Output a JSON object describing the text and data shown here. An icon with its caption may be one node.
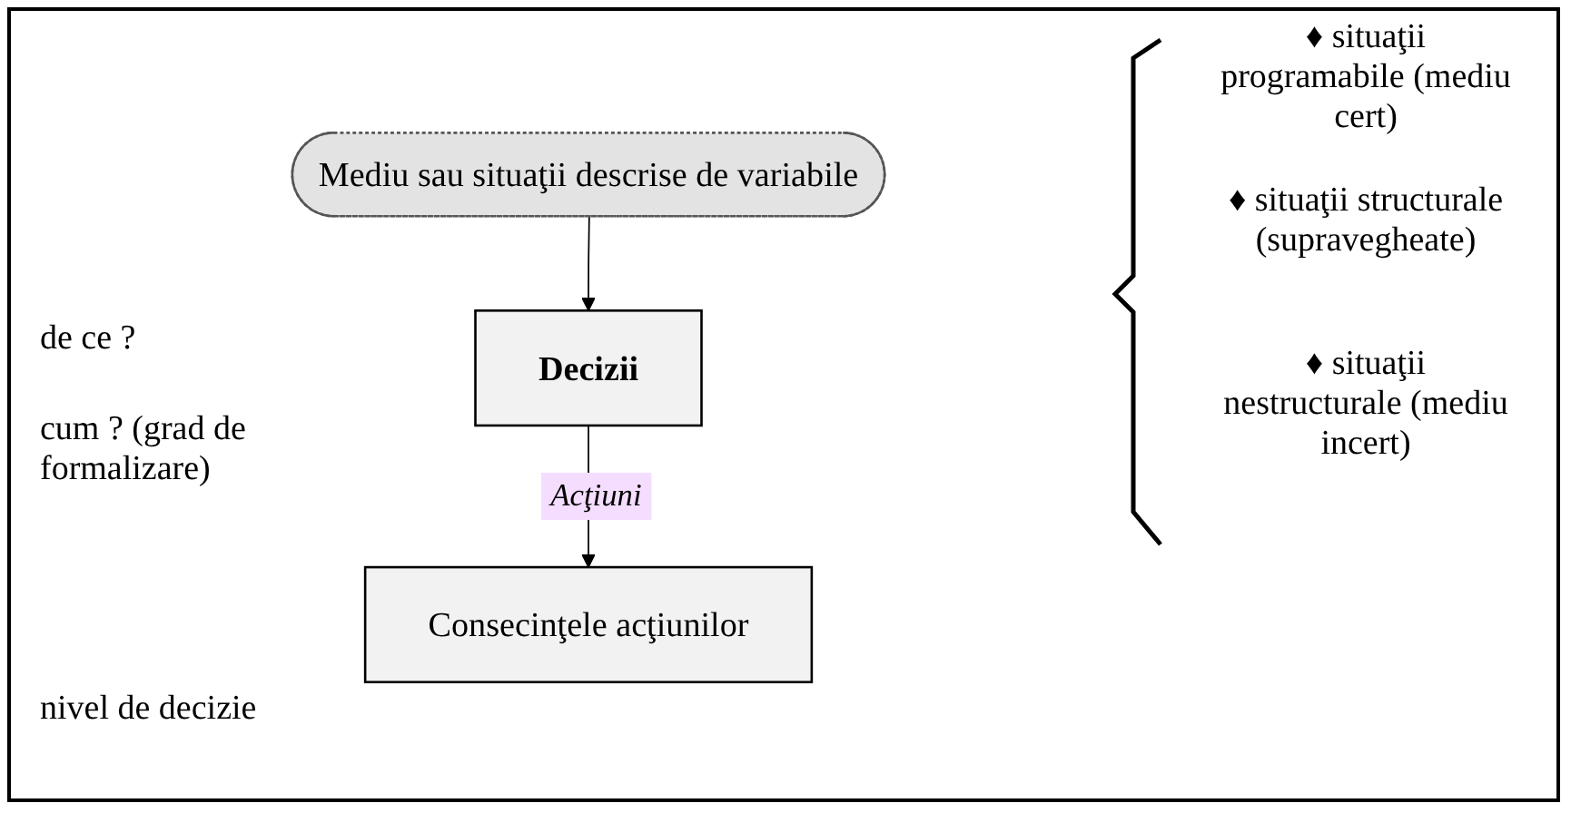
{
  "diagram": {
    "nodes": [
      {
        "text": [
          "Mediu sau situaţii descrise de variabile"
        ]
      },
      {
        "text": [
          "Decizii"
        ]
      },
      {
        "text": [
          "Consecinţele acţiunilor"
        ]
      }
    ],
    "edges": [
      {
        "from": 0,
        "to": 1,
        "arrow": "to"
      },
      {
        "from": 1,
        "to": 2,
        "arrow": "to",
        "label": "Acţiuni"
      }
    ],
    "labels": [
      "♦ situaţii programabile (mediu cert)",
      "de ce ?",
      "♦ situaţii structurale (supravegheate)",
      "cum ? (grad de formalizare)",
      "♦ situaţii nestructurale (mediu incert)",
      "nivel de decizie"
    ]
  }
}
